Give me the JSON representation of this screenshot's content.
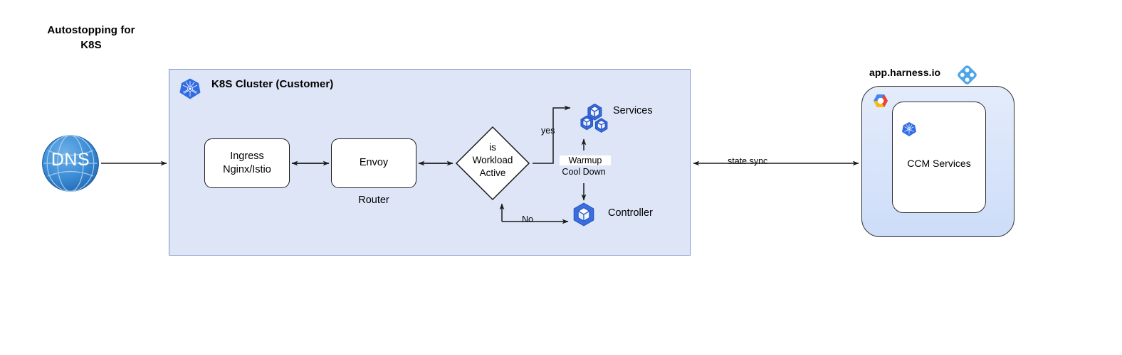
{
  "title": {
    "line1": "Autostopping for",
    "line2": "K8S"
  },
  "cluster": {
    "title": "K8S Cluster (Customer)",
    "icon": "kubernetes-icon",
    "nodes": {
      "ingress": "Ingress\nNginx/Istio",
      "ingress_line1": "Ingress",
      "ingress_line2": "Nginx/Istio",
      "envoy": "Envoy",
      "router_caption": "Router",
      "decision_line1": "is",
      "decision_line2": "Workload",
      "decision_line3": "Active",
      "services": "Services",
      "controller": "Controller"
    },
    "edge_labels": {
      "yes": "yes",
      "no": "No",
      "warmup": "Warmup",
      "cooldown": "Cool Down"
    }
  },
  "dns": {
    "label": "DNS",
    "icon": "globe-icon"
  },
  "harness": {
    "label": "app.harness.io",
    "logo_icon": "harness-diamond-icon",
    "cloud_icon": "google-cloud-icon",
    "inner": {
      "icon": "kubernetes-icon",
      "label": "CCM Services"
    }
  },
  "links": {
    "state_sync": "state sync"
  },
  "colors": {
    "panel_fill": "#dde5f7",
    "panel_border": "#7f96c8",
    "k8s_blue": "#326ce5",
    "harness_blue": "#4da6e8",
    "dns_blue": "#2f78c4",
    "line": "#1a1a1a"
  }
}
